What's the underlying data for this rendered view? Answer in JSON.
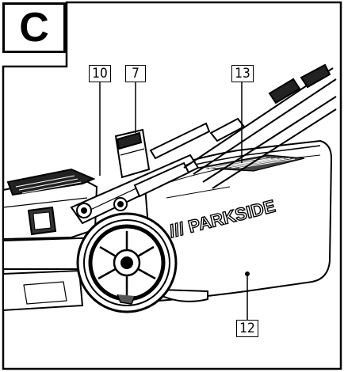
{
  "panel": {
    "letter": "C"
  },
  "callouts": {
    "c10": "10",
    "c7": "7",
    "c13": "13",
    "c12": "12"
  },
  "brand": {
    "text": "/// PARKSIDE"
  }
}
